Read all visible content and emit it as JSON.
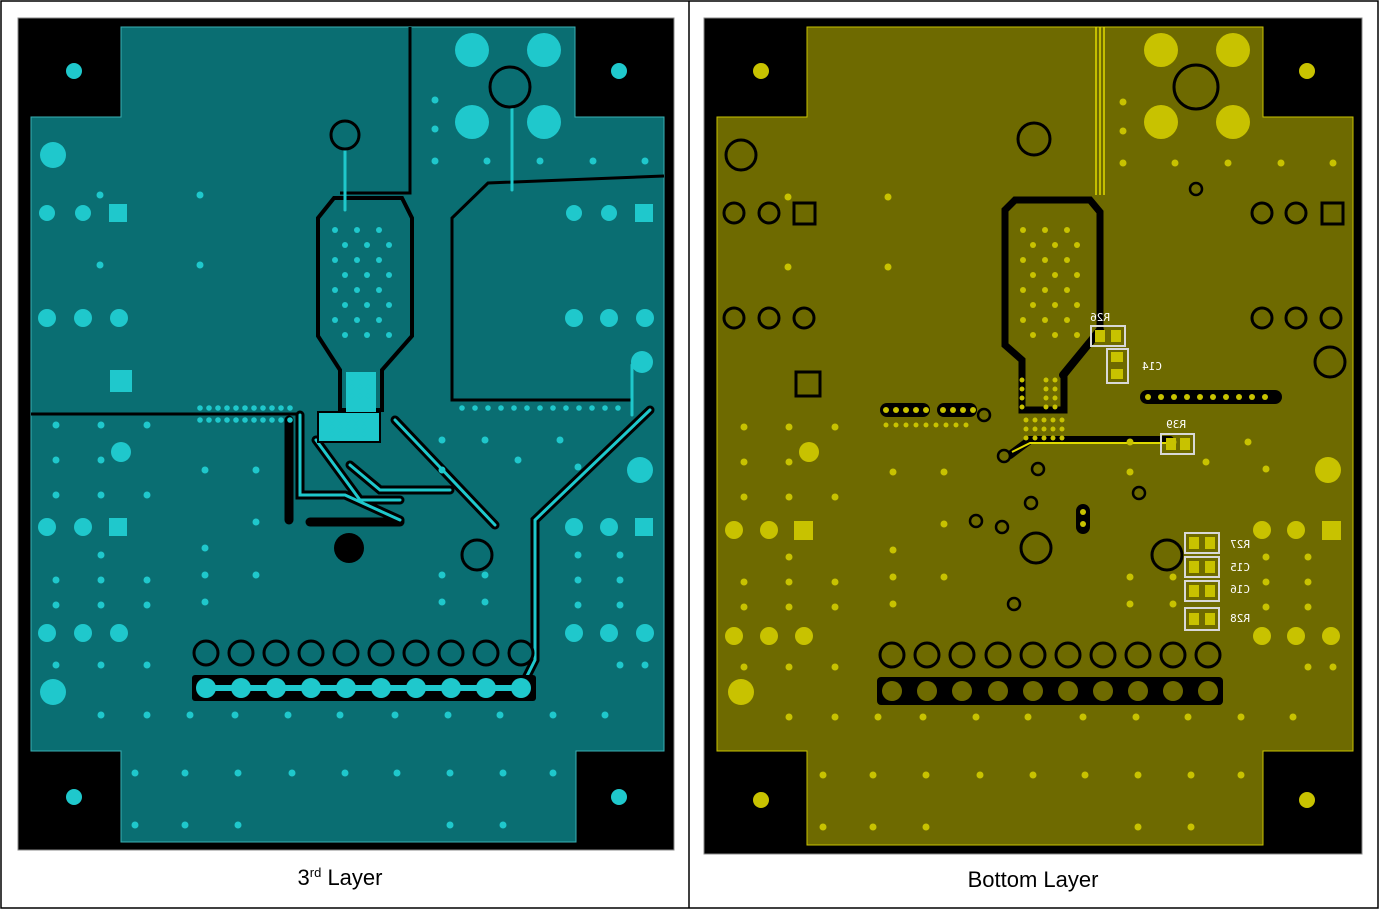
{
  "panels": [
    {
      "id": "third-layer",
      "caption_main": "3",
      "caption_sup": "rd",
      "caption_rest": " Layer",
      "copper_color": "#0a6e72",
      "feature_color": "#1fc8cc"
    },
    {
      "id": "bottom-layer",
      "caption": "Bottom Layer",
      "copper_color": "#6e6a00",
      "feature_color": "#c8c200"
    }
  ],
  "silkscreen_labels": [
    "R26",
    "C14",
    "R39",
    "R27",
    "C15",
    "C16",
    "R28"
  ],
  "colors": {
    "background": "#000000",
    "frame": "#ffffff",
    "pad_outline": "#000000"
  }
}
